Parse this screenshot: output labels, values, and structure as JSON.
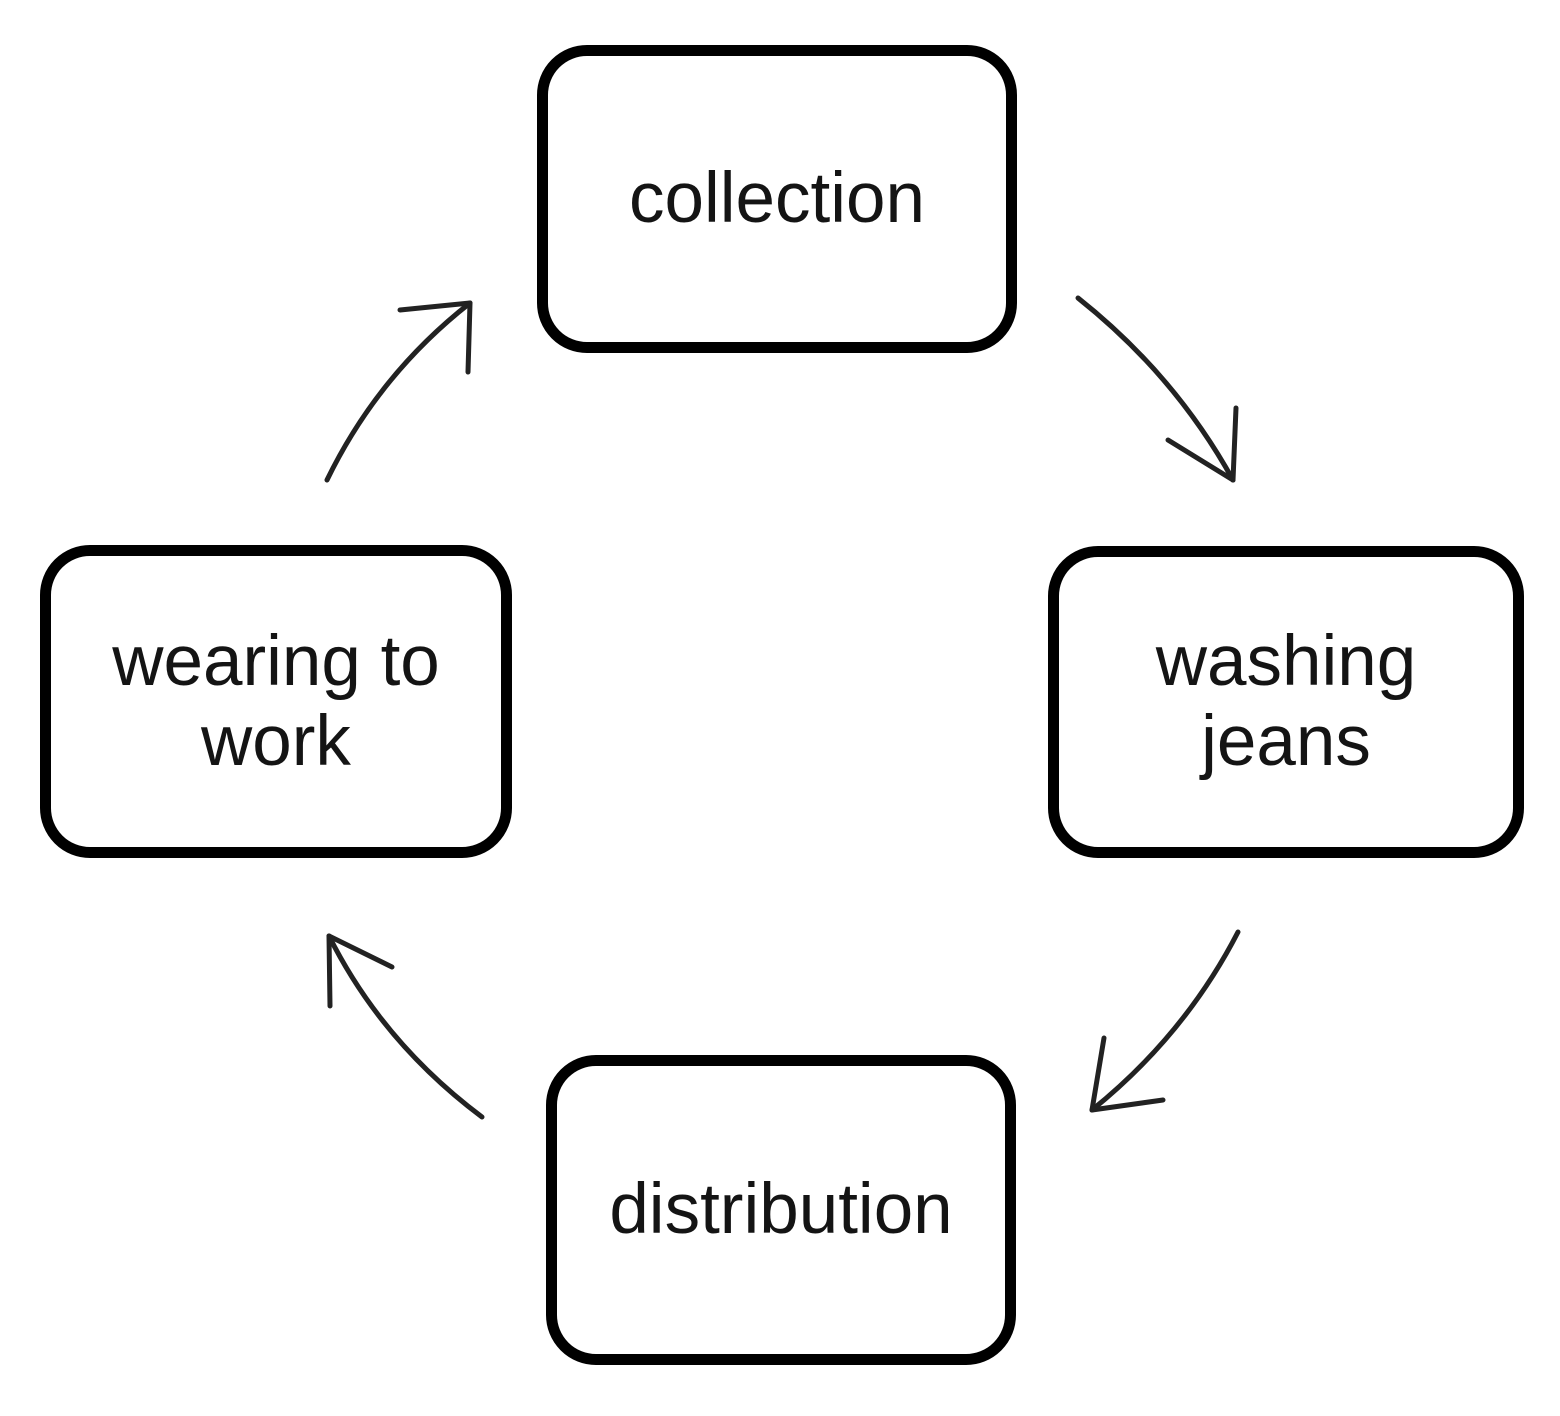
{
  "diagram": {
    "type": "cycle",
    "direction": "clockwise",
    "nodes": [
      {
        "id": "collection",
        "position": "top",
        "label": "collection"
      },
      {
        "id": "washing-jeans",
        "position": "right",
        "label": "washing\njeans"
      },
      {
        "id": "distribution",
        "position": "bottom",
        "label": "distribution"
      },
      {
        "id": "wearing-to-work",
        "position": "left",
        "label": "wearing to\nwork"
      }
    ],
    "edges": [
      {
        "from": "collection",
        "to": "washing-jeans"
      },
      {
        "from": "washing-jeans",
        "to": "distribution"
      },
      {
        "from": "distribution",
        "to": "wearing-to-work"
      },
      {
        "from": "wearing-to-work",
        "to": "collection"
      }
    ],
    "colors": {
      "background": "#ffffff",
      "node_fill": "#ffffff",
      "node_border": "#000000",
      "text": "#141414",
      "arrow": "#222222"
    }
  }
}
